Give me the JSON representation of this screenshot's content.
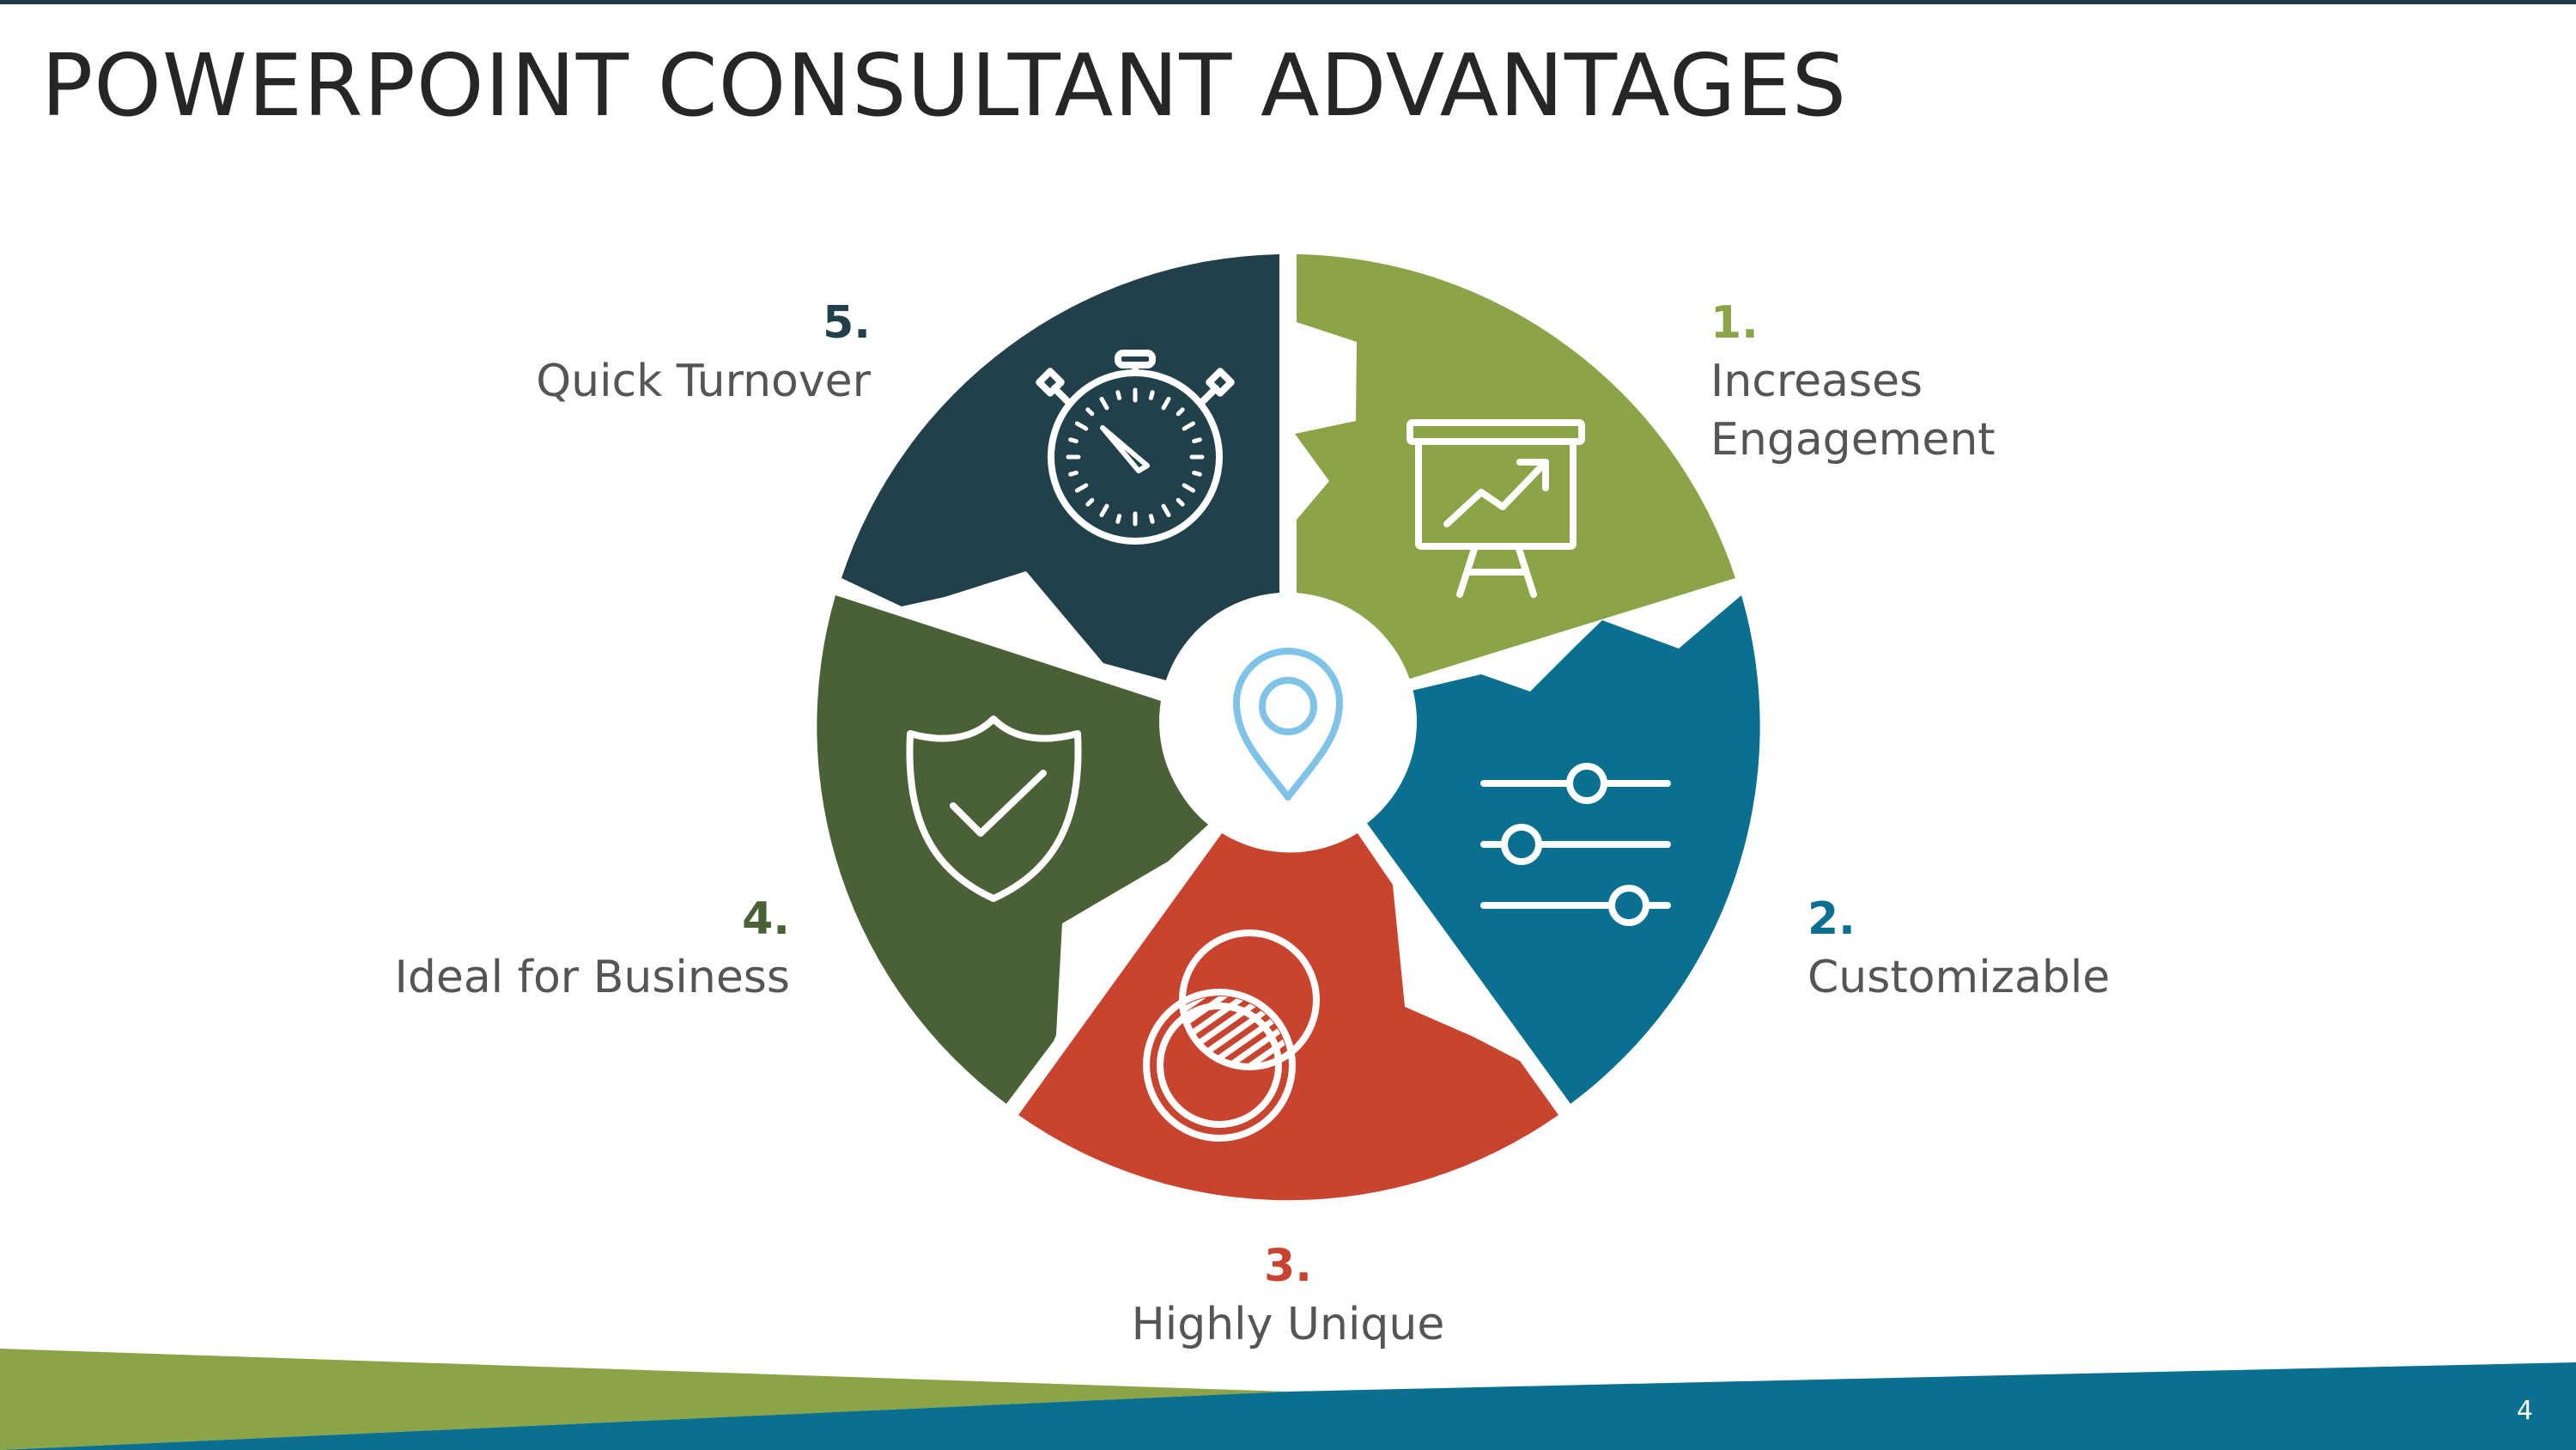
{
  "slide": {
    "title": "POWERPOINT CONSULTANT ADVANTAGES",
    "page_number": "4"
  },
  "colors": {
    "green": "#8ba448",
    "blue": "#0b7090",
    "red": "#c9442f",
    "olive": "#4a6137",
    "navy": "#22404a",
    "center_icon": "#7fc4e8",
    "title_text": "#262626",
    "label_text": "#555555"
  },
  "center": {
    "icon": "location-pin-icon"
  },
  "items": [
    {
      "number": "1.",
      "lines": [
        "Increases",
        "Engagement"
      ],
      "icon": "presentation-chart-icon",
      "color": "#8ba448"
    },
    {
      "number": "2.",
      "lines": [
        "Customizable"
      ],
      "icon": "sliders-icon",
      "color": "#0b7090"
    },
    {
      "number": "3.",
      "lines": [
        "Highly Unique"
      ],
      "icon": "overlapping-circles-icon",
      "color": "#c9442f"
    },
    {
      "number": "4.",
      "lines": [
        "Ideal for Business"
      ],
      "icon": "shield-check-icon",
      "color": "#4a6137"
    },
    {
      "number": "5.",
      "lines": [
        "Quick Turnover"
      ],
      "icon": "stopwatch-icon",
      "color": "#22404a"
    }
  ]
}
